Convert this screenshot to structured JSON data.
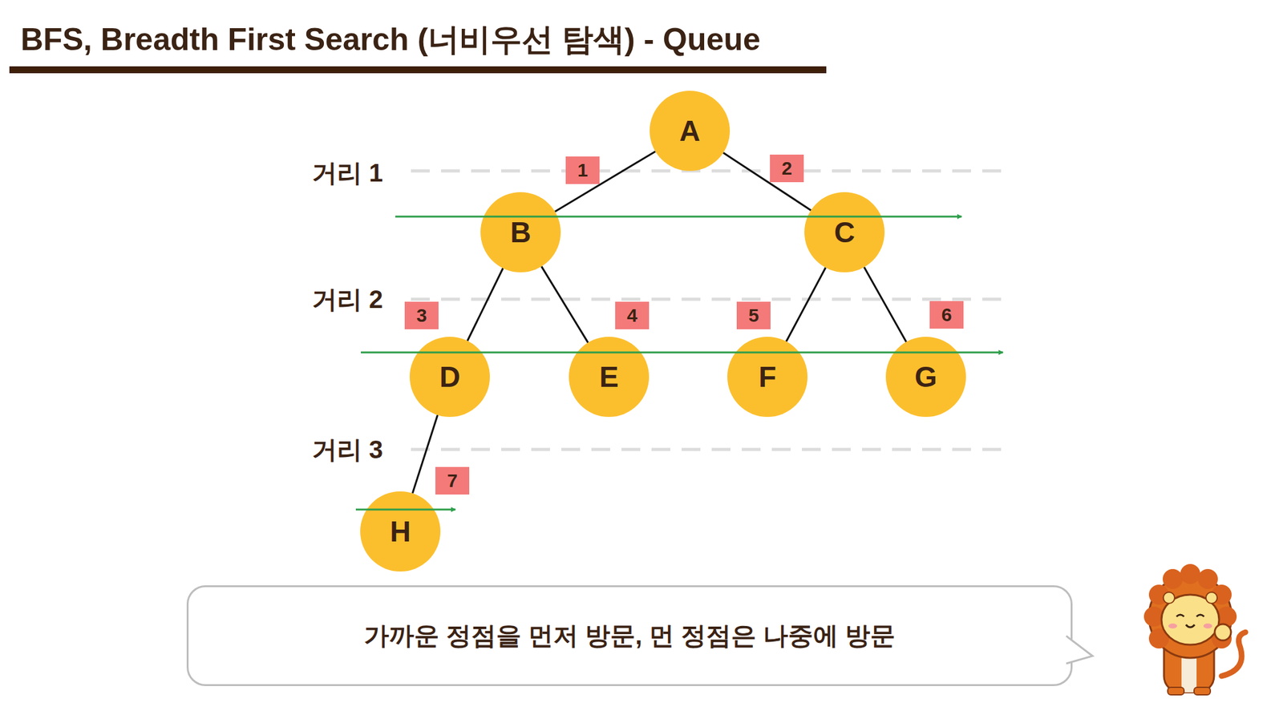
{
  "diagram": {
    "title": "BFS, Breadth First Search (너비우선 탐색) - Queue",
    "nodes": [
      {
        "text": [
          "A"
        ]
      },
      {
        "text": [
          "B"
        ]
      },
      {
        "text": [
          "C"
        ]
      },
      {
        "text": [
          "D"
        ]
      },
      {
        "text": [
          "E"
        ]
      },
      {
        "text": [
          "F"
        ]
      },
      {
        "text": [
          "G"
        ]
      },
      {
        "text": [
          "H"
        ]
      },
      {
        "text": [
          "가까운 정점을 먼저 방문, 먼 정점은 나중에 방문"
        ]
      }
    ],
    "edges": [
      {
        "from": 0,
        "to": 1,
        "arrow": "none"
      },
      {
        "from": 0,
        "to": 2,
        "arrow": "none"
      },
      {
        "from": 1,
        "to": 3,
        "arrow": "none"
      },
      {
        "from": 1,
        "to": 4,
        "arrow": "none"
      },
      {
        "from": 2,
        "to": 5,
        "arrow": "none"
      },
      {
        "from": 2,
        "to": 6,
        "arrow": "none"
      },
      {
        "from": 3,
        "to": 7,
        "arrow": "none"
      }
    ],
    "labels": [
      "거리 1",
      "거리 2",
      "거리 3",
      "1",
      "2",
      "3",
      "4",
      "5",
      "6",
      "7"
    ]
  }
}
